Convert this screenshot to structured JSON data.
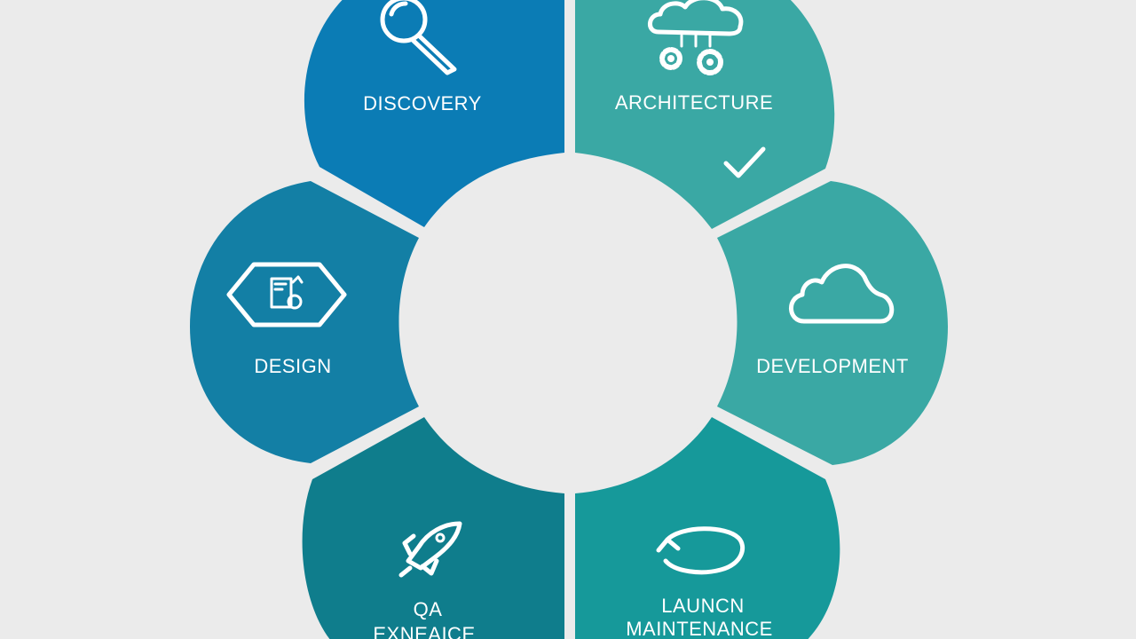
{
  "background_color": "#ebebeb",
  "center_color": "#ebebeb",
  "segments": [
    {
      "id": "discovery",
      "label": "DISCOVERY",
      "label2": "",
      "icon": "magnifier-icon",
      "color": "#0b7cb5"
    },
    {
      "id": "architecture",
      "label": "ARCHITECTURE",
      "label2": "",
      "icon": "cloud-gears-icon",
      "color": "#3aa8a4"
    },
    {
      "id": "development",
      "label": "DEVELOPMENT",
      "label2": "",
      "icon": "cloud-icon",
      "color": "#3aa8a4"
    },
    {
      "id": "launch",
      "label": "LAUNCN",
      "label2": "MAINTENANCE",
      "icon": "refresh-cycle-icon",
      "color": "#16999a"
    },
    {
      "id": "qa",
      "label": "QA",
      "label2": "EXNEAICE",
      "icon": "rocket-icon",
      "color": "#0f7d8c"
    },
    {
      "id": "design",
      "label": "DESIGN",
      "label2": "",
      "icon": "design-frame-icon",
      "color": "#137fa5"
    }
  ],
  "checkmark_icon": "checkmark-icon"
}
